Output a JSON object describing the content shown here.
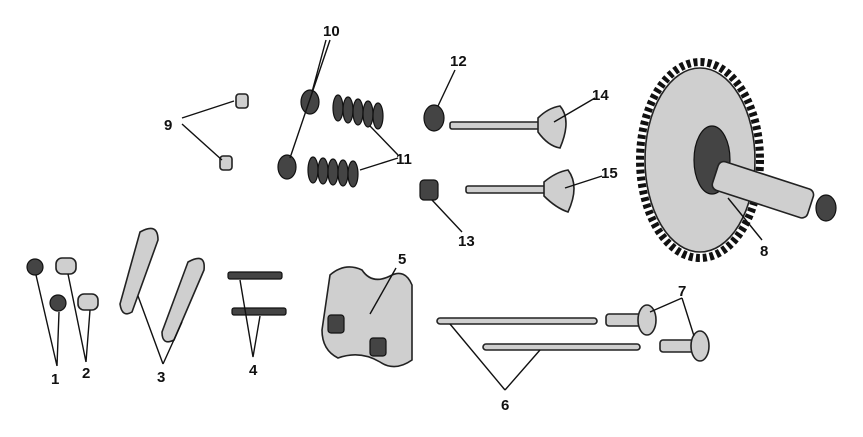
{
  "diagram": {
    "title": "Camshaft and valve train exploded view",
    "callouts": [
      "1",
      "2",
      "3",
      "4",
      "5",
      "6",
      "7",
      "8",
      "9",
      "10",
      "11",
      "12",
      "13",
      "14",
      "15"
    ]
  }
}
